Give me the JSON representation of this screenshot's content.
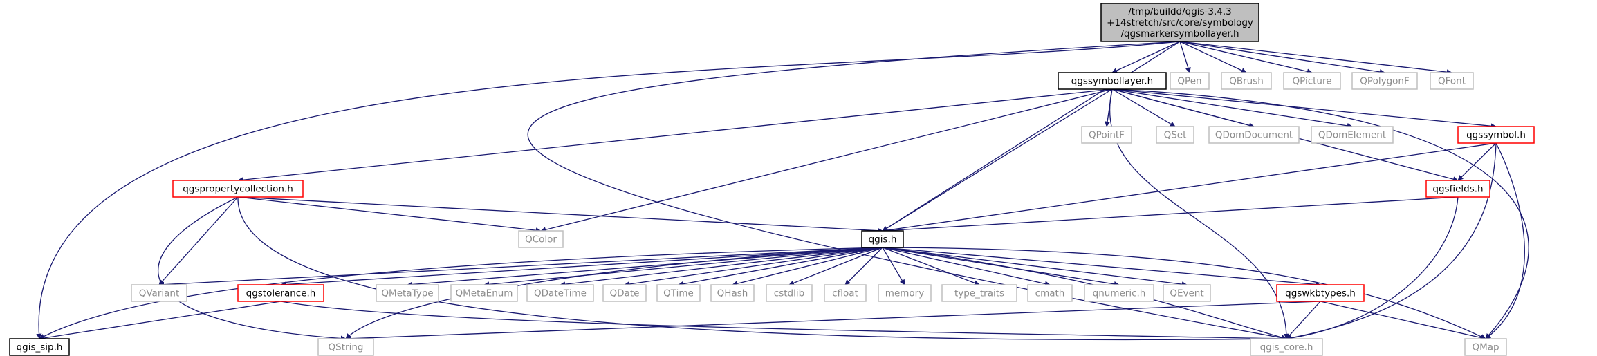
{
  "colors": {
    "edge": "#191970",
    "root_fill": "#bfbfbf",
    "root_border": "#000000",
    "documented_border": "#000000",
    "partial_border": "#ff0000",
    "external_border": "#bfbfbf",
    "documented_text": "#000000",
    "external_text": "#8c8c8c"
  },
  "nodes": [
    {
      "id": "root",
      "kind": "root",
      "lines": [
        "/tmp/buildd/qgis-3.4.3",
        "+14stretch/src/core/symbology",
        "/qgsmarkersymbollayer.h"
      ]
    },
    {
      "id": "qgssymbollayer",
      "kind": "documented",
      "lines": [
        "qgssymbollayer.h"
      ]
    },
    {
      "id": "QPen",
      "kind": "external",
      "lines": [
        "QPen"
      ]
    },
    {
      "id": "QBrush",
      "kind": "external",
      "lines": [
        "QBrush"
      ]
    },
    {
      "id": "QPicture",
      "kind": "external",
      "lines": [
        "QPicture"
      ]
    },
    {
      "id": "QPolygonF",
      "kind": "external",
      "lines": [
        "QPolygonF"
      ]
    },
    {
      "id": "QFont",
      "kind": "external",
      "lines": [
        "QFont"
      ]
    },
    {
      "id": "QPointF",
      "kind": "external",
      "lines": [
        "QPointF"
      ]
    },
    {
      "id": "QSet",
      "kind": "external",
      "lines": [
        "QSet"
      ]
    },
    {
      "id": "QDomDocument",
      "kind": "external",
      "lines": [
        "QDomDocument"
      ]
    },
    {
      "id": "QDomElement",
      "kind": "external",
      "lines": [
        "QDomElement"
      ]
    },
    {
      "id": "qgssymbol",
      "kind": "partial",
      "lines": [
        "qgssymbol.h"
      ]
    },
    {
      "id": "qgspropertycollection",
      "kind": "partial",
      "lines": [
        "qgspropertycollection.h"
      ]
    },
    {
      "id": "qgsfields",
      "kind": "partial",
      "lines": [
        "qgsfields.h"
      ]
    },
    {
      "id": "QColor",
      "kind": "external",
      "lines": [
        "QColor"
      ]
    },
    {
      "id": "qgis",
      "kind": "documented",
      "lines": [
        "qgis.h"
      ]
    },
    {
      "id": "QVariant",
      "kind": "external",
      "lines": [
        "QVariant"
      ]
    },
    {
      "id": "qgstolerance",
      "kind": "partial",
      "lines": [
        "qgstolerance.h"
      ]
    },
    {
      "id": "QMetaType",
      "kind": "external",
      "lines": [
        "QMetaType"
      ]
    },
    {
      "id": "QMetaEnum",
      "kind": "external",
      "lines": [
        "QMetaEnum"
      ]
    },
    {
      "id": "QDateTime",
      "kind": "external",
      "lines": [
        "QDateTime"
      ]
    },
    {
      "id": "QDate",
      "kind": "external",
      "lines": [
        "QDate"
      ]
    },
    {
      "id": "QTime",
      "kind": "external",
      "lines": [
        "QTime"
      ]
    },
    {
      "id": "QHash",
      "kind": "external",
      "lines": [
        "QHash"
      ]
    },
    {
      "id": "cstdlib",
      "kind": "external",
      "lines": [
        "cstdlib"
      ]
    },
    {
      "id": "cfloat",
      "kind": "external",
      "lines": [
        "cfloat"
      ]
    },
    {
      "id": "memory",
      "kind": "external",
      "lines": [
        "memory"
      ]
    },
    {
      "id": "type_traits",
      "kind": "external",
      "lines": [
        "type_traits"
      ]
    },
    {
      "id": "cmath",
      "kind": "external",
      "lines": [
        "cmath"
      ]
    },
    {
      "id": "qnumeric",
      "kind": "external",
      "lines": [
        "qnumeric.h"
      ]
    },
    {
      "id": "QEvent",
      "kind": "external",
      "lines": [
        "QEvent"
      ]
    },
    {
      "id": "qgswkbtypes",
      "kind": "partial",
      "lines": [
        "qgswkbtypes.h"
      ]
    },
    {
      "id": "qgis_sip",
      "kind": "documented",
      "lines": [
        "qgis_sip.h"
      ]
    },
    {
      "id": "QString",
      "kind": "external",
      "lines": [
        "QString"
      ]
    },
    {
      "id": "qgis_core",
      "kind": "external",
      "lines": [
        "qgis_core.h"
      ]
    },
    {
      "id": "QMap",
      "kind": "external",
      "lines": [
        "QMap"
      ]
    }
  ],
  "edges": [
    [
      "root",
      "qgssymbollayer"
    ],
    [
      "root",
      "QPen"
    ],
    [
      "root",
      "QBrush"
    ],
    [
      "root",
      "QPicture"
    ],
    [
      "root",
      "QPolygonF"
    ],
    [
      "root",
      "QFont"
    ],
    [
      "root",
      "qgis_sip"
    ],
    [
      "root",
      "qgis_core"
    ],
    [
      "root",
      "qgis"
    ],
    [
      "qgssymbollayer",
      "QPointF"
    ],
    [
      "qgssymbollayer",
      "QSet"
    ],
    [
      "qgssymbollayer",
      "QDomDocument"
    ],
    [
      "qgssymbollayer",
      "QDomElement"
    ],
    [
      "qgssymbollayer",
      "qgssymbol"
    ],
    [
      "qgssymbollayer",
      "qgspropertycollection"
    ],
    [
      "qgssymbollayer",
      "qgsfields"
    ],
    [
      "qgssymbollayer",
      "QColor"
    ],
    [
      "qgssymbollayer",
      "qgis"
    ],
    [
      "qgssymbollayer",
      "qgis_core"
    ],
    [
      "qgssymbollayer",
      "QMap"
    ],
    [
      "qgssymbol",
      "qgsfields"
    ],
    [
      "qgssymbol",
      "qgis"
    ],
    [
      "qgssymbol",
      "qgis_core"
    ],
    [
      "qgssymbol",
      "QMap"
    ],
    [
      "qgspropertycollection",
      "QColor"
    ],
    [
      "qgspropertycollection",
      "qgis"
    ],
    [
      "qgspropertycollection",
      "QVariant"
    ],
    [
      "qgspropertycollection",
      "QString"
    ],
    [
      "qgspropertycollection",
      "qgis_core"
    ],
    [
      "qgsfields",
      "qgis"
    ],
    [
      "qgsfields",
      "qgis_core"
    ],
    [
      "qgis",
      "QVariant"
    ],
    [
      "qgis",
      "qgstolerance"
    ],
    [
      "qgis",
      "QMetaType"
    ],
    [
      "qgis",
      "QMetaEnum"
    ],
    [
      "qgis",
      "QDateTime"
    ],
    [
      "qgis",
      "QDate"
    ],
    [
      "qgis",
      "QTime"
    ],
    [
      "qgis",
      "QHash"
    ],
    [
      "qgis",
      "cstdlib"
    ],
    [
      "qgis",
      "cfloat"
    ],
    [
      "qgis",
      "memory"
    ],
    [
      "qgis",
      "type_traits"
    ],
    [
      "qgis",
      "cmath"
    ],
    [
      "qgis",
      "qnumeric"
    ],
    [
      "qgis",
      "QEvent"
    ],
    [
      "qgis",
      "qgswkbtypes"
    ],
    [
      "qgis",
      "qgis_sip"
    ],
    [
      "qgis",
      "QString"
    ],
    [
      "qgis",
      "qgis_core"
    ],
    [
      "qgis",
      "QMap"
    ],
    [
      "qgstolerance",
      "qgis_sip"
    ],
    [
      "qgstolerance",
      "qgis_core"
    ],
    [
      "qgswkbtypes",
      "QString"
    ],
    [
      "qgswkbtypes",
      "qgis_core"
    ],
    [
      "qgswkbtypes",
      "QMap"
    ]
  ]
}
